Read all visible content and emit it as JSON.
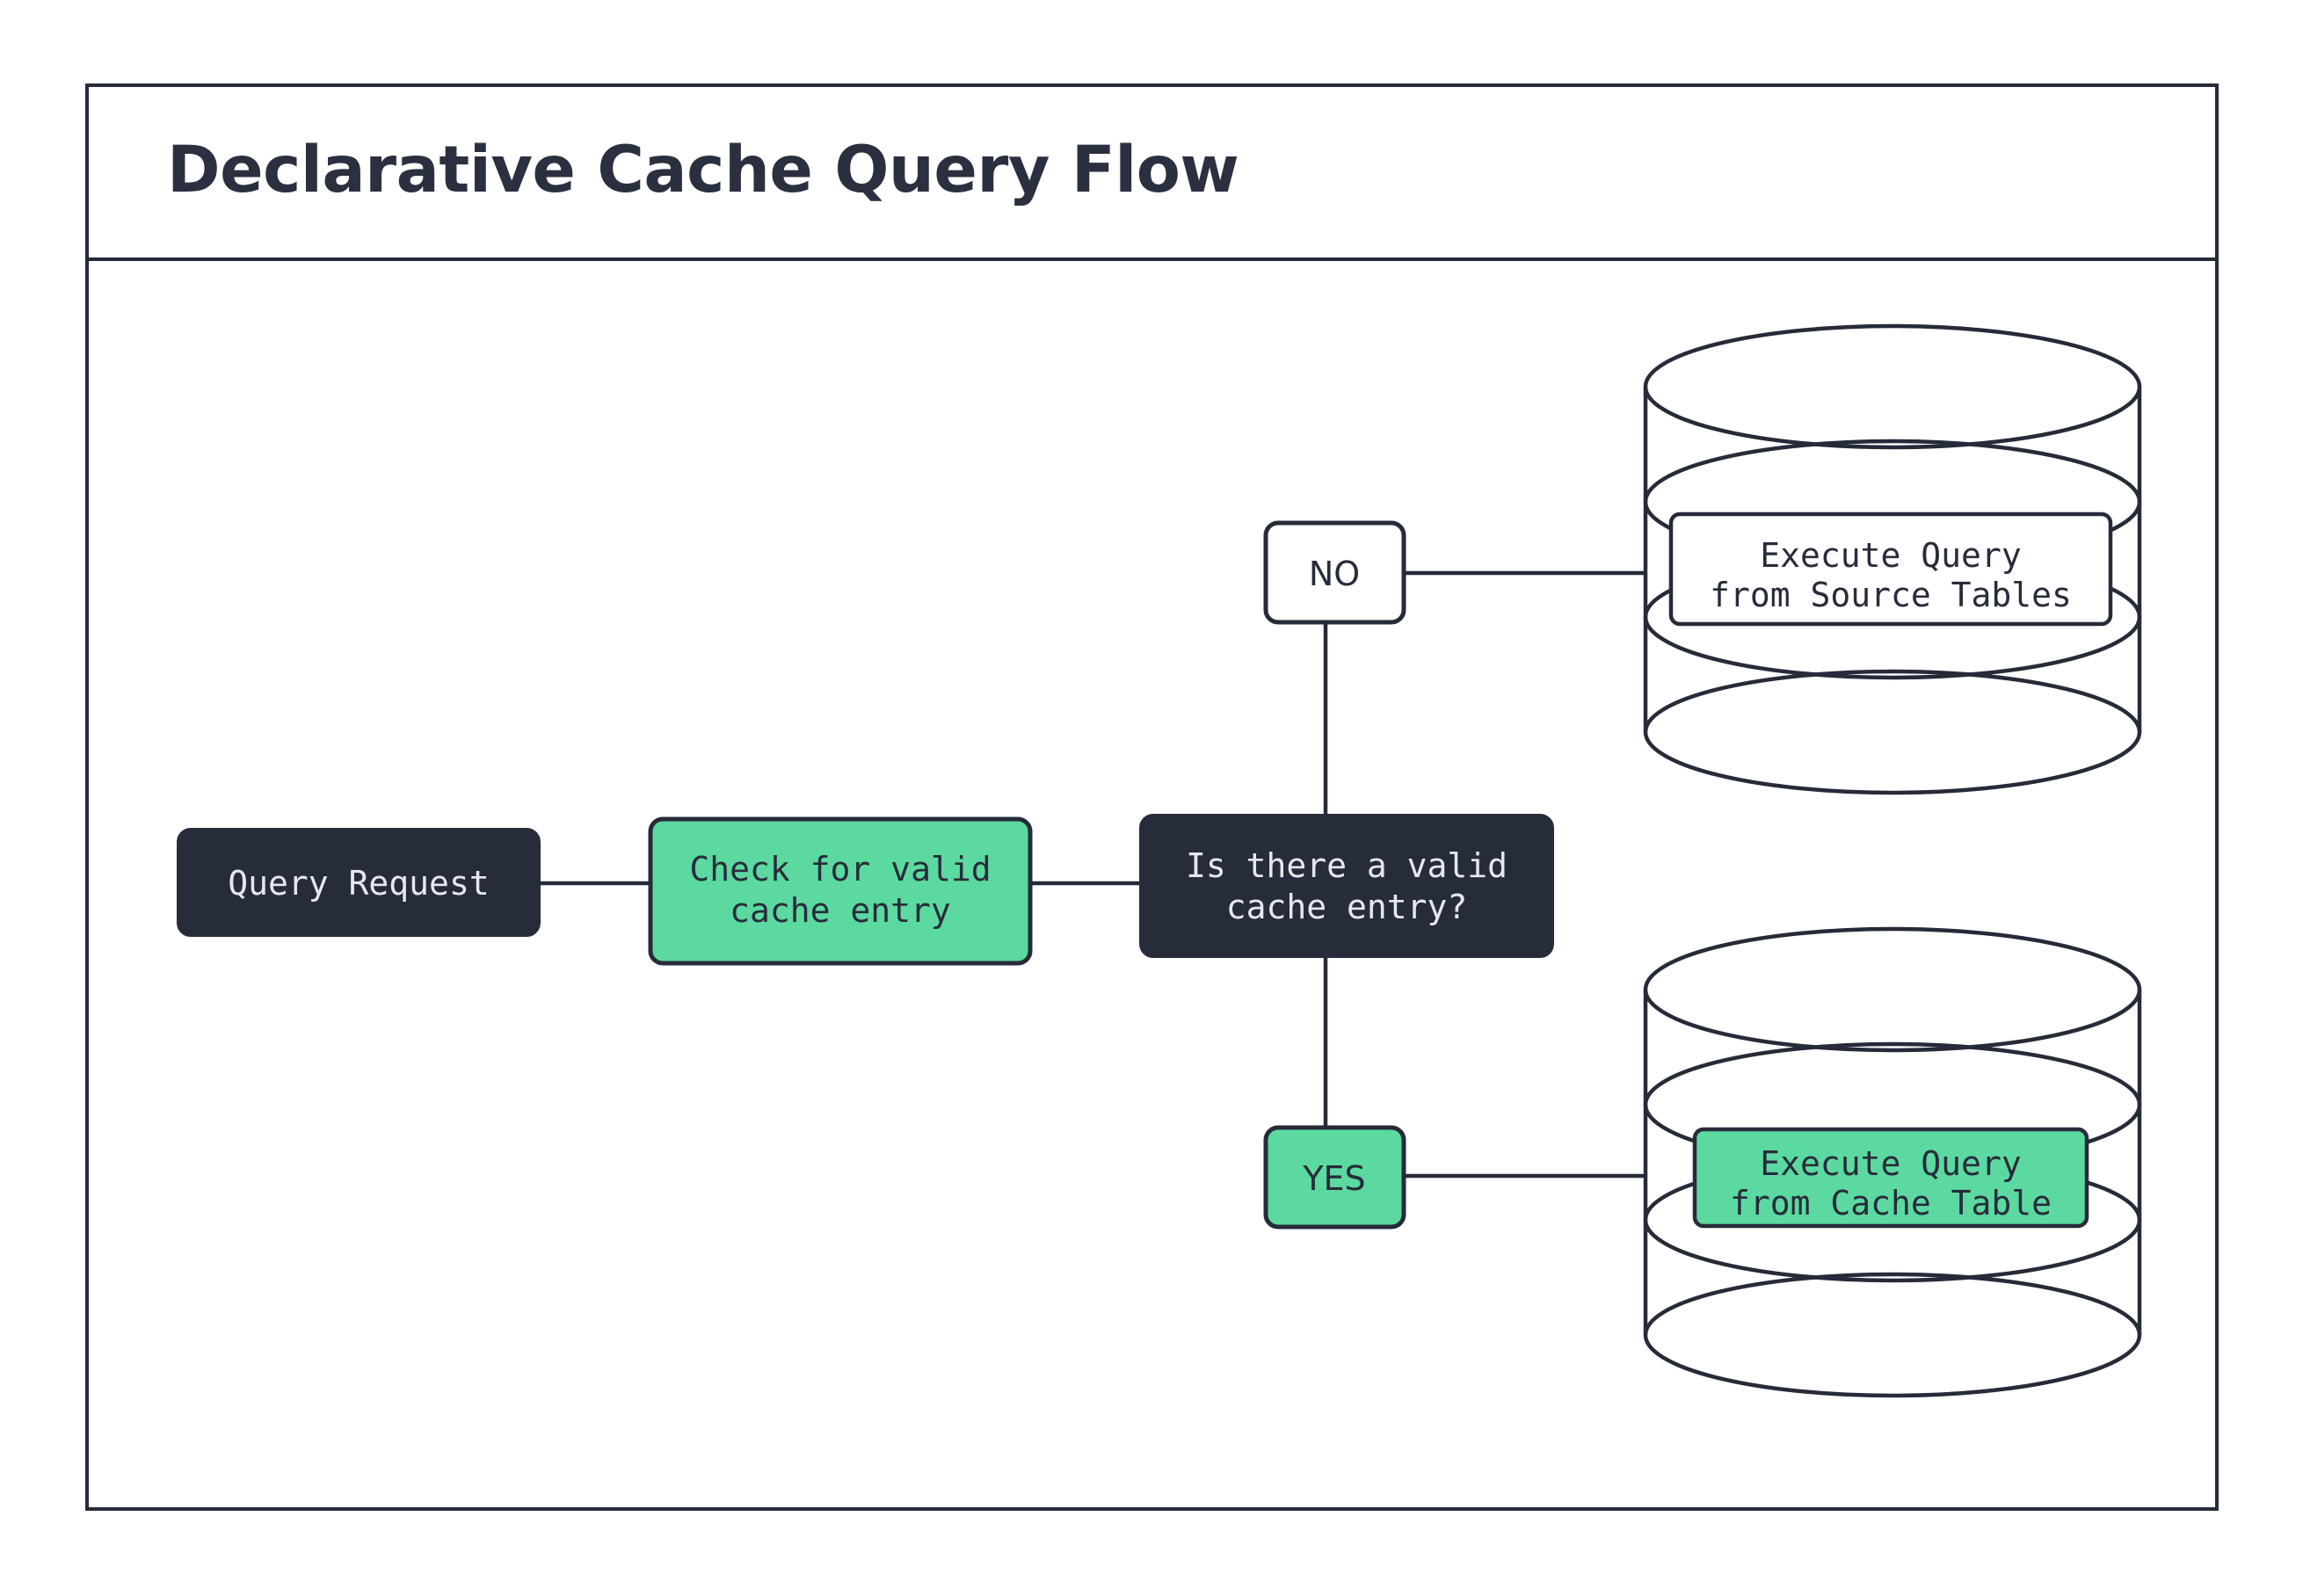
{
  "frame": {
    "title": "Declarative Cache Query Flow"
  },
  "colors": {
    "dark": "#272C3B",
    "green": "#5CD9A0",
    "white": "#FFFFFF",
    "stroke": "#262B3A",
    "text_light": "#E6E8ED"
  },
  "nodes": {
    "query_request": {
      "label": "Query Request",
      "style": "dark"
    },
    "check_cache": {
      "label_line1": "Check for valid",
      "label_line2": "cache entry",
      "style": "green"
    },
    "decision": {
      "label_line1": "Is there a valid",
      "label_line2": "cache entry?",
      "style": "dark"
    },
    "branch_no": {
      "label": "NO",
      "style": "white"
    },
    "branch_yes": {
      "label": "YES",
      "style": "green"
    },
    "source_tables": {
      "label_line1": "Execute Query",
      "label_line2": "from Source Tables",
      "style": "white",
      "shape": "database"
    },
    "cache_table": {
      "label_line1": "Execute Query",
      "label_line2": "from Cache Table",
      "style": "green",
      "shape": "database"
    }
  },
  "icons": {
    "database_source": "database-cylinder-icon",
    "database_cache": "database-cylinder-icon"
  },
  "edges": [
    {
      "from": "query_request",
      "to": "check_cache"
    },
    {
      "from": "check_cache",
      "to": "decision"
    },
    {
      "from": "decision",
      "to": "branch_no"
    },
    {
      "from": "branch_no",
      "to": "source_tables"
    },
    {
      "from": "decision",
      "to": "branch_yes"
    },
    {
      "from": "branch_yes",
      "to": "cache_table"
    }
  ]
}
